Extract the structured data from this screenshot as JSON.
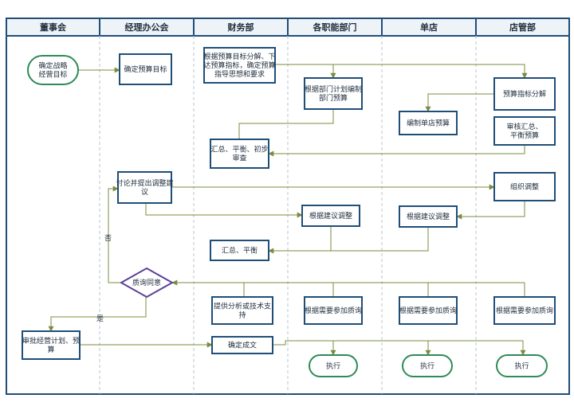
{
  "lanes": [
    "董事会",
    "经理办公会",
    "财务部",
    "各职能部门",
    "单店",
    "店管部"
  ],
  "nodes": {
    "n1": [
      "确定战略",
      "经营目标"
    ],
    "n2": [
      "确定预算目标"
    ],
    "n3": [
      "根据预算目标分解、下",
      "达预算指标，确定预算",
      "指导思想和要求"
    ],
    "n4": [
      "根据部门计划编制",
      "部门预算"
    ],
    "n5": [
      "预算指标分解"
    ],
    "n6": [
      "编制单店预算"
    ],
    "n7": [
      "审核汇总、",
      "平衡预算"
    ],
    "n8": [
      "汇总、平衡、初步",
      "审查"
    ],
    "n9": [
      "讨论并提出调整建",
      "议"
    ],
    "n10": [
      "组织调整"
    ],
    "n11": [
      "根据建议调整"
    ],
    "n12": [
      "根据建议调整"
    ],
    "n13": [
      "汇总、平衡"
    ],
    "n14": [
      "质询同意"
    ],
    "n15": [
      "提供分析或技术支",
      "持"
    ],
    "n16": [
      "根据需要参加质询"
    ],
    "n17": [
      "根据需要参加质询"
    ],
    "n18": [
      "根据需要参加质询"
    ],
    "n19": [
      "审批经营计划、预",
      "算"
    ],
    "n20": [
      "确定成文"
    ],
    "n21": [
      "执行"
    ],
    "n22": [
      "执行"
    ],
    "n23": [
      "执行"
    ]
  },
  "edge_labels": {
    "no": "否",
    "yes": "是"
  },
  "colors": {
    "frame": "#1f4e79",
    "box": "#1f4e79",
    "terminal": "#2e8b57",
    "decision": "#5b3f9a",
    "edge": "#7a8c3e"
  }
}
